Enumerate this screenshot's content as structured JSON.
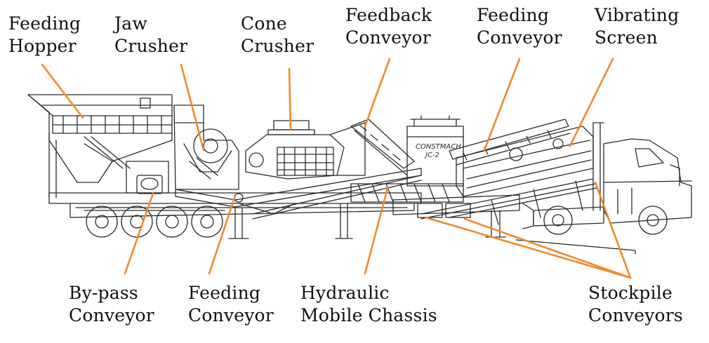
{
  "labels": {
    "feeding_hopper": [
      "Feeding",
      "Hopper"
    ],
    "jaw_crusher": [
      "Jaw",
      "Crusher"
    ],
    "cone_crusher": [
      "Cone",
      "Crusher"
    ],
    "feedback_conveyor": [
      "Feedback",
      "Conveyor"
    ],
    "feeding_conveyor_top": [
      "Feeding",
      "Conveyor"
    ],
    "vibrating_screen": [
      "Vibrating",
      "Screen"
    ],
    "bypass_conveyor": [
      "By-pass",
      "Conveyor"
    ],
    "feeding_conveyor_bottom": [
      "Feeding",
      "Conveyor"
    ],
    "hydraulic_chassis": [
      "Hydraulic",
      "Mobile Chassis"
    ],
    "stockpile_conveyors": [
      "Stockpile",
      "Conveyors"
    ]
  },
  "brand_plate": [
    "CONSTMACH",
    "JC-2"
  ],
  "colors": {
    "leader_line": "#f08a2c",
    "drawing_line": "#2a2a2a",
    "text": "#111111",
    "background": "#ffffff"
  }
}
